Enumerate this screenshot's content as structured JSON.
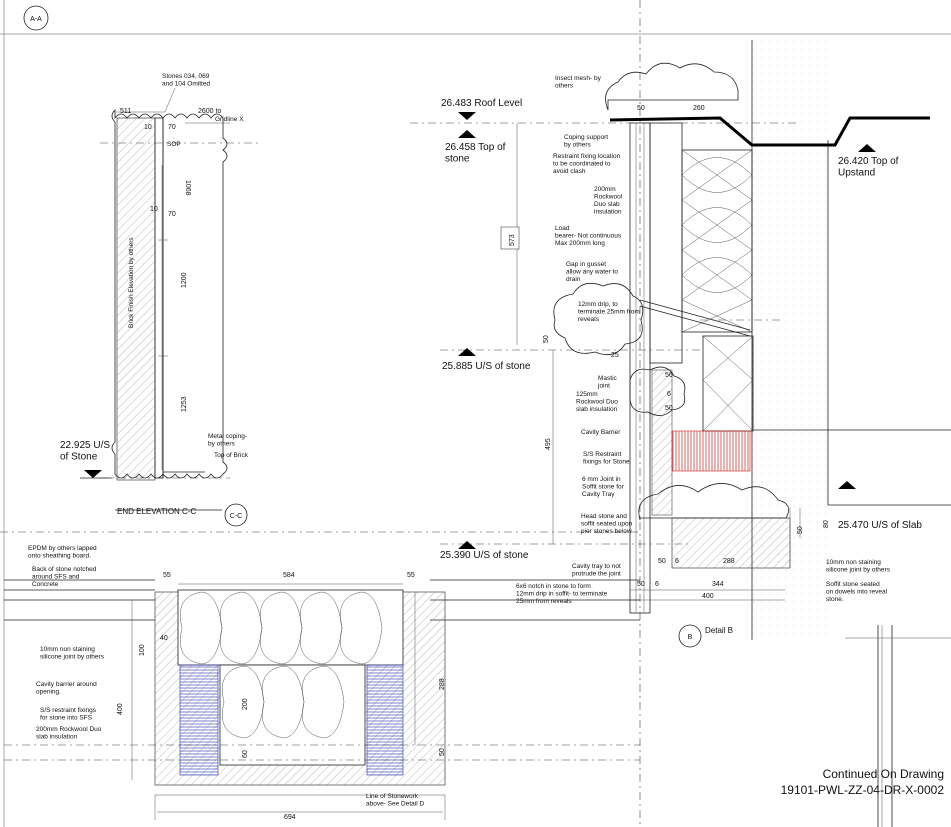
{
  "section_marker": "A-A",
  "end_elevation": {
    "title": "END ELEVATION C-C",
    "marker": "C-C",
    "stones_note": "Stones 034, 069\nand 104 Omitted",
    "dim_511": "511",
    "dim_2600": "2600 to",
    "gridline": "Gridline  X",
    "dim_10a": "10",
    "dim_70a": "70",
    "sop": "SOP",
    "dim_1068": "1068",
    "dim_10b": "10",
    "dim_70b": "70",
    "brick_note": "Brick Finish Elevation by others",
    "dim_1200": "1200",
    "dim_1253": "1253",
    "level_label": "22.925 U/S\nof Stone",
    "coping_note": "Metal coping-\nby others",
    "top_brick": "Top of Brick"
  },
  "detail_b": {
    "title": "Detail B",
    "marker": "B",
    "insect_mesh": "Insect mesh- by\nothers",
    "roof_level": "26.483 Roof Level",
    "top_stone": "26.458 Top of\nstone",
    "top_upstand": "26.420 Top of\nUpstand",
    "dim_50a": "50",
    "dim_260": "260",
    "coping_support": "Coping support\nby others",
    "restraint_fixing": "Restraint fixing location\nto be coordinated to\navoid clash",
    "rockwool_200": "200mm\nRockwool\nDuo slab\ninsulation",
    "dim_573": "573",
    "load_bearer": "Load\nbearer- Not continuous\nMax 200mm long",
    "gap_gusset": "Gap in gusset\nallow any water to\ndrain",
    "drip_12": "12mm drip, to\nterminate 25mm from\nreveals",
    "dim_50b": "50",
    "dim_25": "25",
    "us_stone_1": "25.885 U/S of stone",
    "mastic": "Mastic\njoint",
    "dim_56": "56",
    "rockwool_125": "125mm\nRockwool Duo\nslab insulation",
    "dim_6a": "6",
    "dim_50c": "50",
    "cavity_barrier": "Cavity Barrier",
    "dim_495": "495",
    "ss_restraint": "S/S Restraint\nfixings for Stone",
    "joint_6": "6 mm Joint in\nSoffit stone for\nCavity Tray",
    "head_stone": "Head stone and\nsoffit seated upon\npier stones below",
    "us_slab": "25.470 U/S of Slab",
    "dim_50d": "50",
    "dim_80": "80",
    "us_stone_2": "25.390 U/S of stone",
    "dim_50e": "50",
    "dim_6b": "6",
    "dim_288": "288",
    "cavity_tray": "Cavity tray to not\nprotrude the joint",
    "notch": "6x6 notch in stone to form\n12mm drip in soffit- to terminate\n25mm from reveals",
    "dim_50f": "50",
    "dim_6c": "6",
    "dim_344": "344",
    "dim_400": "400",
    "joint_10": "10mm non staining\nsilicone joint by others",
    "soffit_stone": "Soffit stone seated\non dowels into reveal\nstone."
  },
  "plan": {
    "epdm": "EPDM by others lapped\nonto sheathing board.",
    "back_stone": "Back of stone notched\naround SFS and\nConcrete",
    "dim_55a": "55",
    "dim_584": "584",
    "dim_55b": "55",
    "joint_10": "10mm non staining\nsilicone joint by others",
    "dim_40": "40",
    "dim_100": "100",
    "cavity_barrier": "Cavity barrier around\nopening.",
    "dim_400": "400",
    "ss_restraint": "S/S restraint fixings\nfor stone into SFS",
    "rockwool": "200mm Rockwool Duo\nslab insulation",
    "dim_200": "200",
    "dim_60": "60",
    "dim_288": "288",
    "dim_50": "50",
    "stonework": "Line of Stonework\nabove- See Detail D",
    "dim_694": "694"
  },
  "continued": {
    "line1": "Continued On Drawing",
    "line2": "19101-PWL-ZZ-04-DR-X-0002"
  },
  "colors": {
    "line": "#222222",
    "cavity_barrier_red": "#cc2222",
    "restraint_blue": "#2233aa",
    "hatch": "#666666"
  }
}
